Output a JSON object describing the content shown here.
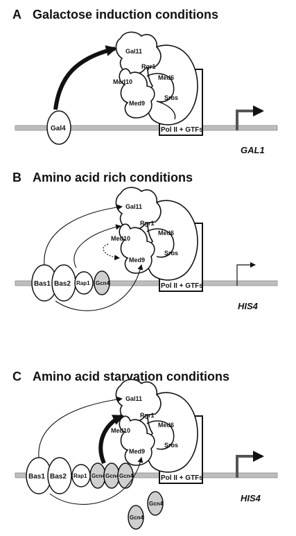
{
  "panels": [
    {
      "letter": "A",
      "title": "Galactose induction conditions",
      "gene": "GAL1",
      "activators": [
        "Gal4"
      ],
      "mediator": [
        "Gal11",
        "Rgr1",
        "Med10",
        "Med6",
        "Med9",
        "Srbs"
      ],
      "polymerase": "Pol II + GTFs"
    },
    {
      "letter": "B",
      "title": "Amino acid rich conditions",
      "gene": "HIS4",
      "activators": [
        "Bas1",
        "Bas2",
        "Rap1",
        "Gcn4"
      ],
      "mediator": [
        "Gal11",
        "Rgr1",
        "Med10",
        "Med6",
        "Med9",
        "Srbs"
      ],
      "polymerase": "Pol II + GTFs"
    },
    {
      "letter": "C",
      "title": "Amino acid starvation conditions",
      "gene": "HIS4",
      "activators": [
        "Bas1",
        "Bas2",
        "Rap1",
        "Gcn4",
        "Gcn4",
        "Gcn4"
      ],
      "free_factors": [
        "Gcn4",
        "Gcn4"
      ],
      "mediator": [
        "Gal11",
        "Rgr1",
        "Med10",
        "Med6",
        "Med9",
        "Srbs"
      ],
      "polymerase": "Pol II + GTFs"
    }
  ]
}
